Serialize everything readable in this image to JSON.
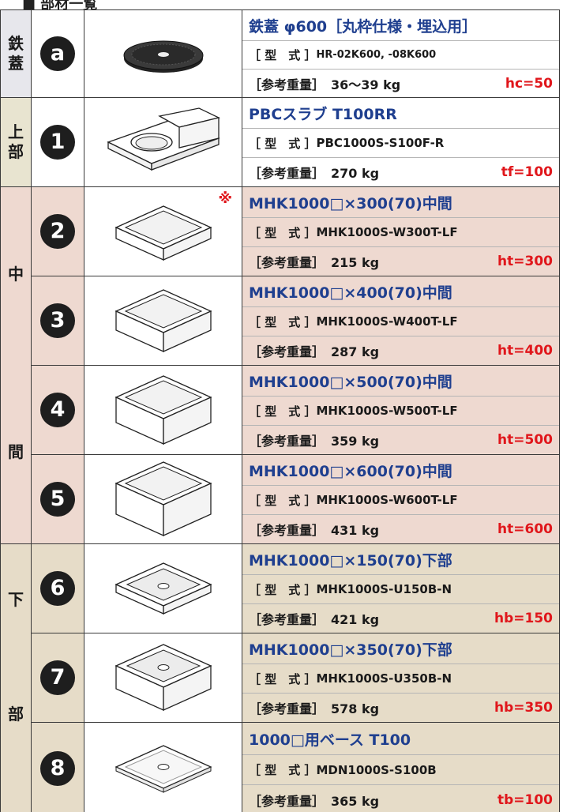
{
  "header": {
    "title": "■ 部材一覧"
  },
  "sections": {
    "cover": "鉄\n蓋",
    "top": "上\n部",
    "mid_1": "中",
    "mid_2": "間",
    "bottom_1": "下",
    "bottom_2": "部"
  },
  "labels": {
    "type": "［ 型　式 ］",
    "weight": "［参考重量］"
  },
  "note_mark": "※",
  "rows": [
    {
      "badge": "a",
      "title": "鉄蓋 φ600［丸枠仕様・埋込用］",
      "type": "HR-02K600, -08K600",
      "weight": "36～39 kg",
      "dim": "hc=50"
    },
    {
      "badge": "1",
      "title": "PBCスラブ T100RR",
      "type": "PBC1000S-S100F-R",
      "weight": "270 kg",
      "dim": "tf=100"
    },
    {
      "badge": "2",
      "title": "MHK1000□×300(70)中間",
      "type": "MHK1000S-W300T-LF",
      "weight": "215 kg",
      "dim": "ht=300"
    },
    {
      "badge": "3",
      "title": "MHK1000□×400(70)中間",
      "type": "MHK1000S-W400T-LF",
      "weight": "287 kg",
      "dim": "ht=400"
    },
    {
      "badge": "4",
      "title": "MHK1000□×500(70)中間",
      "type": "MHK1000S-W500T-LF",
      "weight": "359 kg",
      "dim": "ht=500"
    },
    {
      "badge": "5",
      "title": "MHK1000□×600(70)中間",
      "type": "MHK1000S-W600T-LF",
      "weight": "431 kg",
      "dim": "ht=600"
    },
    {
      "badge": "6",
      "title": "MHK1000□×150(70)下部",
      "type": "MHK1000S-U150B-N",
      "weight": "421 kg",
      "dim": "hb=150"
    },
    {
      "badge": "7",
      "title": "MHK1000□×350(70)下部",
      "type": "MHK1000S-U350B-N",
      "weight": "578 kg",
      "dim": "hb=350"
    },
    {
      "badge": "8",
      "title": "1000□用ベース T100",
      "type": "MDN1000S-S100B",
      "weight": "365 kg",
      "dim": "tb=100"
    }
  ],
  "colors": {
    "title_blue": "#1f3f8f",
    "dim_red": "#e0161b",
    "bg_cover": "#e7e7ec",
    "bg_top": "#e8e4d0",
    "bg_mid": "#eed9d0",
    "bg_bottom": "#e6dcc8"
  },
  "icons": [
    "manhole-cover-icon",
    "slab-icon",
    "middle-frame-icon",
    "bottom-frame-icon",
    "base-plate-icon"
  ]
}
